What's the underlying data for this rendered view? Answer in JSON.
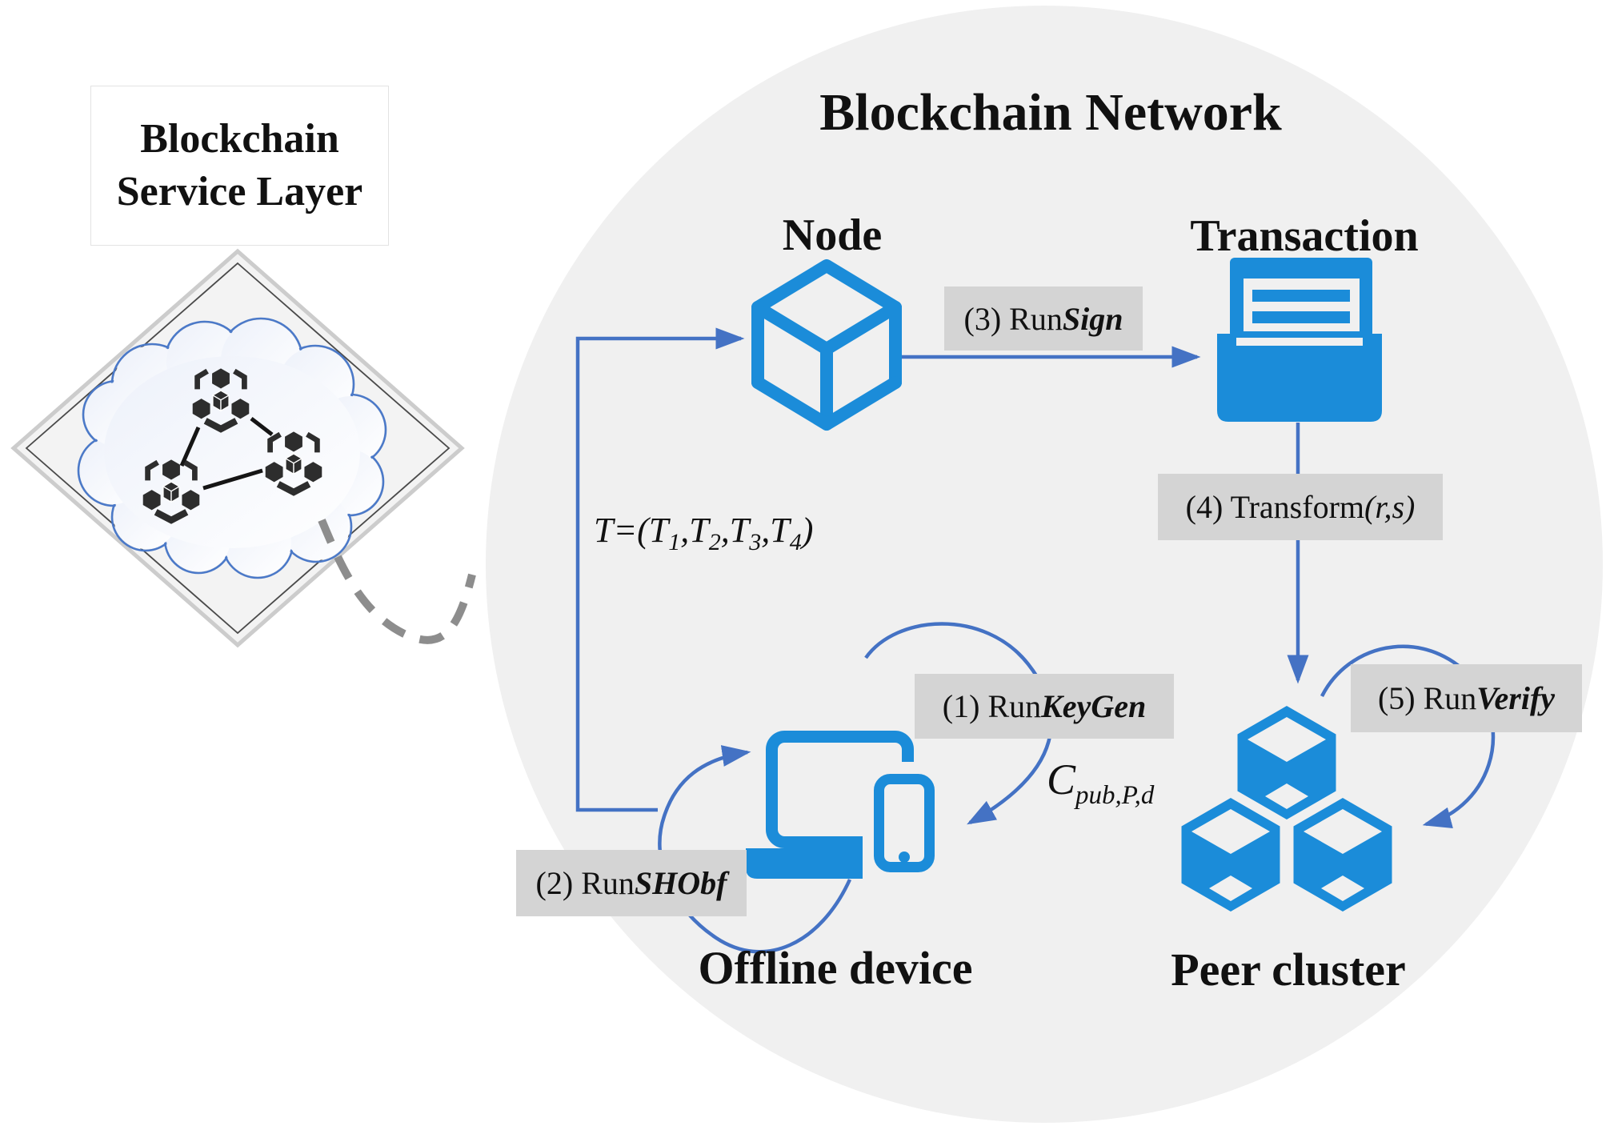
{
  "service_layer": {
    "title_line1": "Blockchain",
    "title_line2": "Service Layer"
  },
  "network": {
    "title": "Blockchain Network"
  },
  "entities": {
    "node": "Node",
    "transaction": "Transaction",
    "offline_device": "Offline device",
    "peer_cluster": "Peer cluster"
  },
  "steps": {
    "step1": {
      "prefix": "(1) Run ",
      "keyword": "KeyGen"
    },
    "step2": {
      "prefix": "(2) Run ",
      "keyword": "SHObf"
    },
    "step3": {
      "prefix": "(3) Run ",
      "keyword": "Sign"
    },
    "step4": {
      "prefix": "(4) Transform ",
      "keyword": "(r,s)"
    },
    "step5": {
      "prefix": "(5) Run ",
      "keyword": "Verify"
    }
  },
  "formulas": {
    "t": {
      "pre": "T=(T",
      "s1": "1",
      "m1": ",T",
      "s2": "2",
      "m2": ",T",
      "s3": "3",
      "m3": ",T",
      "s4": "4",
      "post": ")"
    },
    "c": {
      "base": "C",
      "sub": "pub,P,d"
    }
  },
  "colors": {
    "icon_blue": "#1b8cd9",
    "arrow_blue": "#4472c4",
    "label_bg": "#d4d4d4",
    "network_circle_bg": "#f0f0f0",
    "diamond_bg": "#f3f3f3",
    "cloud_outline": "#4b79c8",
    "dark_icon": "#2d2d2d",
    "dashed_line": "#8d8d8d"
  }
}
